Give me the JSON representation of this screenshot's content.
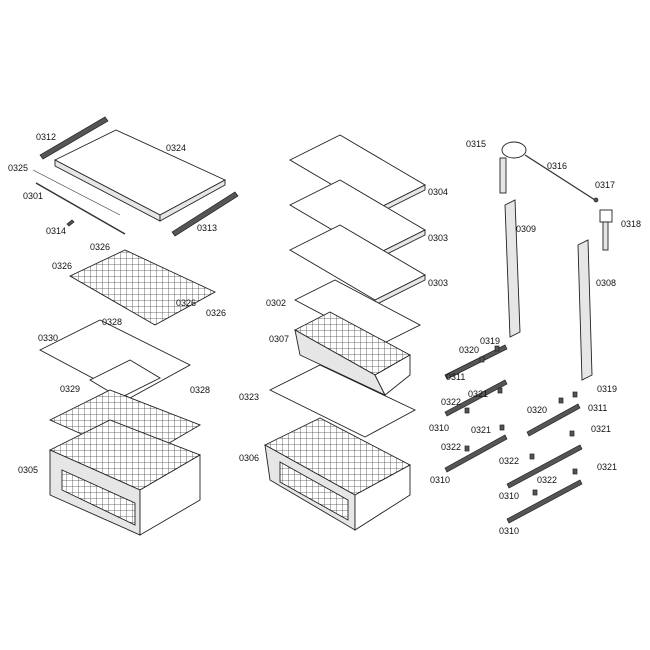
{
  "labels": [
    "0312",
    "0324",
    "0325",
    "0301",
    "0314",
    "0313",
    "0326",
    "0326",
    "0326",
    "0326",
    "0328",
    "0330",
    "0328",
    "0329",
    "0305",
    "0304",
    "0303",
    "0303",
    "0302",
    "0307",
    "0323",
    "0306",
    "0315",
    "0316",
    "0317",
    "0318",
    "0309",
    "0308",
    "0319",
    "0320",
    "0311",
    "0321",
    "0322",
    "0310",
    "0321",
    "0322",
    "0310",
    "0319",
    "0320",
    "0311",
    "0321",
    "0322",
    "0321",
    "0310",
    "0322",
    "0310"
  ]
}
